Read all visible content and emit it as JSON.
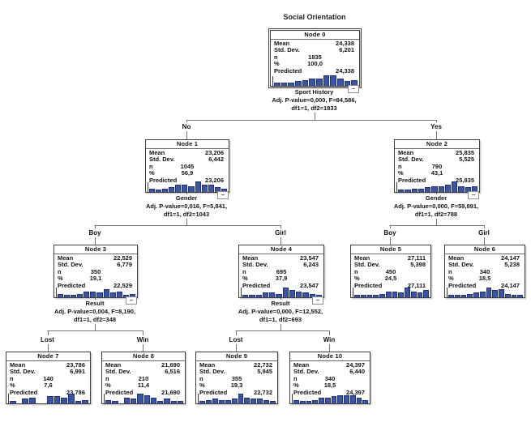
{
  "title": "Social Orientation",
  "stat_labels": [
    "Mean",
    "Std. Dev.",
    "n",
    "%",
    "Predicted"
  ],
  "nodes": [
    {
      "title": "Node 0",
      "values": [
        "24,338",
        "6,201",
        "1835",
        "100,0",
        "24,338"
      ],
      "hist": [
        2,
        2,
        2,
        3,
        4,
        5,
        5,
        8,
        8,
        5,
        3,
        4
      ],
      "has_collapse": true
    },
    {
      "title": "Node 1",
      "values": [
        "23,206",
        "6,442",
        "1045",
        "56,9",
        "23,206"
      ],
      "hist": [
        2,
        1,
        2,
        3,
        5,
        5,
        4,
        8,
        5,
        5,
        3,
        2
      ],
      "has_collapse": true
    },
    {
      "title": "Node 2",
      "values": [
        "25,835",
        "5,525",
        "790",
        "43,1",
        "25,835"
      ],
      "hist": [
        1,
        1,
        2,
        2,
        3,
        4,
        4,
        5,
        8,
        4,
        3,
        4
      ],
      "has_collapse": true
    },
    {
      "title": "Node 3",
      "values": [
        "22,529",
        "6,779",
        "350",
        "19,1",
        "22,529"
      ],
      "hist": [
        2,
        1,
        1,
        2,
        4,
        4,
        3,
        6,
        3,
        4,
        1,
        2
      ],
      "has_collapse": true
    },
    {
      "title": "Node 4",
      "values": [
        "23,547",
        "6,243",
        "695",
        "37,9",
        "23,547"
      ],
      "hist": [
        1,
        1,
        1,
        3,
        3,
        2,
        7,
        5,
        4,
        3,
        2,
        1
      ],
      "has_collapse": true
    },
    {
      "title": "Node 5",
      "values": [
        "27,111",
        "5,398",
        "450",
        "24,5",
        "27,111"
      ],
      "hist": [
        1,
        1,
        1,
        1,
        2,
        4,
        4,
        3,
        7,
        4,
        3,
        5
      ],
      "has_collapse": false
    },
    {
      "title": "Node 6",
      "values": [
        "24,147",
        "5,238",
        "340",
        "18,5",
        "24,147"
      ],
      "hist": [
        1,
        1,
        1,
        2,
        3,
        4,
        7,
        5,
        6,
        2,
        1,
        1
      ],
      "has_collapse": false
    },
    {
      "title": "Node 7",
      "values": [
        "23,786",
        "6,991",
        "140",
        "7,6",
        "23,786"
      ],
      "hist": [
        1,
        0,
        3,
        4,
        0,
        0,
        5,
        5,
        4,
        7,
        1,
        2
      ],
      "has_collapse": false
    },
    {
      "title": "Node 8",
      "values": [
        "21,690",
        "6,516",
        "210",
        "11,4",
        "21,690"
      ],
      "hist": [
        2,
        1,
        0,
        4,
        3,
        7,
        6,
        4,
        1,
        3,
        1,
        1
      ],
      "has_collapse": false
    },
    {
      "title": "Node 9",
      "values": [
        "22,732",
        "5,945",
        "355",
        "19,3",
        "22,732"
      ],
      "hist": [
        1,
        2,
        3,
        2,
        2,
        3,
        7,
        4,
        3,
        3,
        2,
        1
      ],
      "has_collapse": false
    },
    {
      "title": "Node 10",
      "values": [
        "24,397",
        "6,440",
        "340",
        "18,5",
        "24,397"
      ],
      "hist": [
        2,
        1,
        1,
        2,
        4,
        4,
        5,
        6,
        6,
        6,
        4,
        2
      ],
      "has_collapse": false
    }
  ],
  "splits": [
    {
      "variable": "Sport History",
      "line2": "Adj. P-value=0,000, F=84,586,",
      "line3": "df1=1, df2=1833",
      "left_label": "No",
      "right_label": "Yes"
    },
    {
      "variable": "Gender",
      "line2": "Adj. P-value=0,016, F=5,841,",
      "line3": "df1=1, df2=1043",
      "left_label": "Boy",
      "right_label": "Girl"
    },
    {
      "variable": "Gender",
      "line2": "Adj. P-value=0,000, F=59,891,",
      "line3": "df1=1, df2=788",
      "left_label": "Boy",
      "right_label": "Girl"
    },
    {
      "variable": "Result",
      "line2": "Adj. P-value=0,004, F=8,190,",
      "line3": "df1=1, df2=348",
      "left_label": "Lost",
      "right_label": "Win"
    },
    {
      "variable": "Result",
      "line2": "Adj. P-value=0,000, F=12,552,",
      "line3": "df1=1, df2=693",
      "left_label": "Lost",
      "right_label": "Win"
    }
  ],
  "icons": {
    "collapse": "−"
  },
  "colors": {
    "bar_fill": "#3c54a6",
    "bar_stroke": "#22307a",
    "line": "#787878",
    "node_border": "#3f3f3f"
  }
}
